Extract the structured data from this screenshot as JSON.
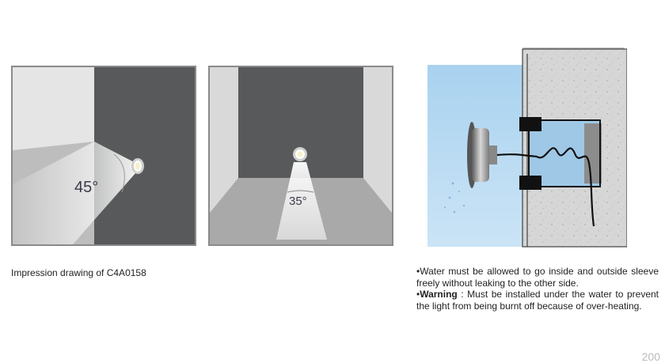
{
  "panels": [
    {
      "angle_label": "45°"
    },
    {
      "angle_label": "35°"
    }
  ],
  "caption": "Impression drawing of C4A0158",
  "notes": [
    {
      "bullet": "•",
      "text": "Water must be allowed to go inside and outside sleeve freely without leaking to the other side."
    },
    {
      "bullet": "•",
      "bold": "Warning",
      "text": " : Must be installed under the water to prevent the light from being burnt off because of over-heating."
    }
  ],
  "page_number": "200",
  "colors": {
    "wall_dark": "#58595b",
    "wall_light": "#e6e6e6",
    "water": "#bcdcf2",
    "stone": "#d3d3d3",
    "sleeve_black": "#111111"
  }
}
